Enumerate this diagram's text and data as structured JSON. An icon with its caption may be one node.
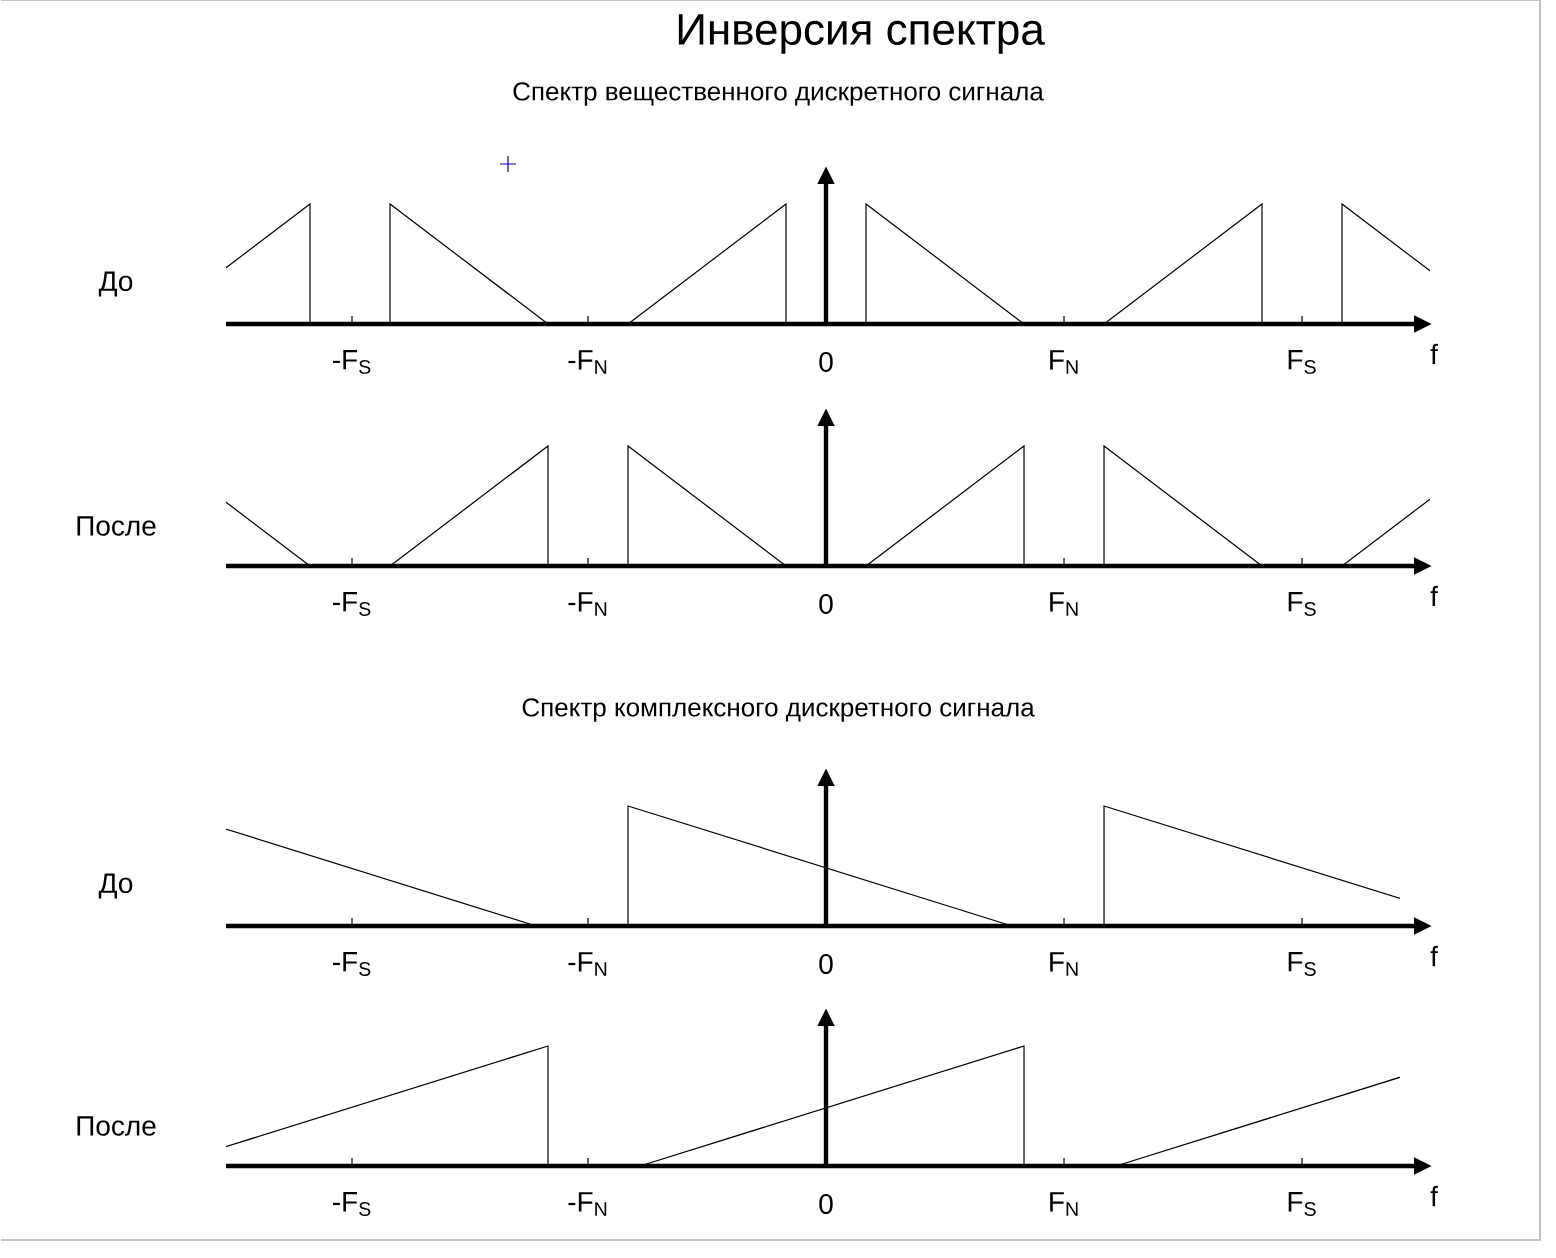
{
  "diagram": {
    "title": "Инверсия спектра",
    "labels": [
      "Спектр вещественного дискретного сигнала",
      "До",
      "-F$_{S}$",
      "-F$_{N}$",
      "0",
      "F$_{N}$",
      "F$_{S}$",
      "f",
      "После",
      "-F$_{S}$",
      "-F$_{N}$",
      "0",
      "F$_{N}$",
      "F$_{S}$",
      "f",
      "Спектр комплексного дискретного сигнала",
      "До",
      "-F$_{S}$",
      "-F$_{N}$",
      "0",
      "F$_{N}$",
      "F$_{S}$",
      "f",
      "После",
      "-F$_{S}$",
      "-F$_{N}$",
      "0",
      "F$_{N}$",
      "F$_{S}$",
      "f"
    ]
  }
}
